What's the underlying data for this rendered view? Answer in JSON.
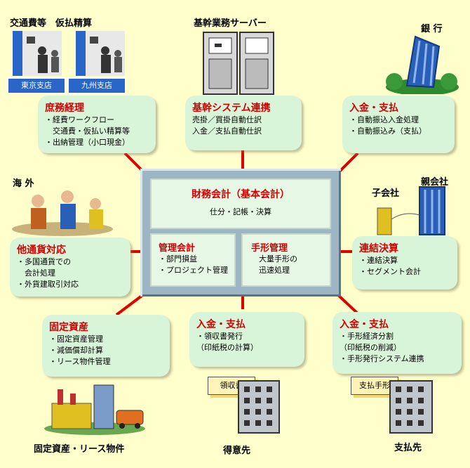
{
  "top_left": {
    "caption": "交通費等　仮払精算",
    "branches": [
      "東京支店",
      "九州支店"
    ]
  },
  "top_center": {
    "caption": "基幹業務サーバー"
  },
  "top_right": {
    "caption": "銀 行"
  },
  "left_mid": {
    "caption": "海 外"
  },
  "right_mid": {
    "parent": "親会社",
    "child": "子会社"
  },
  "bottom_left": {
    "caption": "固定資産・リース物件"
  },
  "bottom_center": {
    "caption": "得意先",
    "doc": "領収書"
  },
  "bottom_right": {
    "caption": "支払先",
    "doc": "支払手形"
  },
  "bubbles": {
    "shomu": {
      "title": "庶務経理",
      "lines": [
        "・経費ワークフロー",
        "交通費・仮払い精算等",
        "・出納管理（小口現金）"
      ]
    },
    "kikan": {
      "title": "基幹システム連携",
      "lines": [
        "売掛／買掛自動仕訳",
        "入金／支払自動仕訳"
      ]
    },
    "nyukin1": {
      "title": "入金・支払",
      "lines": [
        "・自動振込入金処理",
        "・自動振込み（支払）"
      ]
    },
    "tatsuka": {
      "title": "他通貨対応",
      "lines": [
        "・多国通貨での",
        "会計処理",
        "・外貨建取引対応"
      ]
    },
    "renketsu": {
      "title": "連結決算",
      "lines": [
        "・連結決算",
        "・セグメント会計"
      ]
    },
    "kotei": {
      "title": "固定資産",
      "lines": [
        "・固定資産管理",
        "・減価償却計算",
        "・リース物件管理"
      ]
    },
    "nyukin2": {
      "title": "入金・支払",
      "lines": [
        "・領収書発行",
        "（印紙税の計算）"
      ]
    },
    "nyukin3": {
      "title": "入金・支払",
      "lines": [
        "・手形経済分割",
        "（印紙税の削減）",
        "・手形発行システム連携"
      ]
    }
  },
  "center": {
    "zaimu": {
      "title": "財務会計（基本会計）",
      "sub": "仕分・記帳・決算"
    },
    "kanri": {
      "title": "管理会計",
      "lines": [
        "・部門損益",
        "・プロジェクト管理"
      ]
    },
    "tegata": {
      "title": "手形管理",
      "lines": [
        "大量手形の",
        "迅速処理"
      ]
    }
  },
  "colors": {
    "background": "#ffffcc",
    "bubble": "#d9f5d9",
    "title": "#d40000",
    "connector": "#e00000",
    "frame": "#9cb6c6"
  }
}
